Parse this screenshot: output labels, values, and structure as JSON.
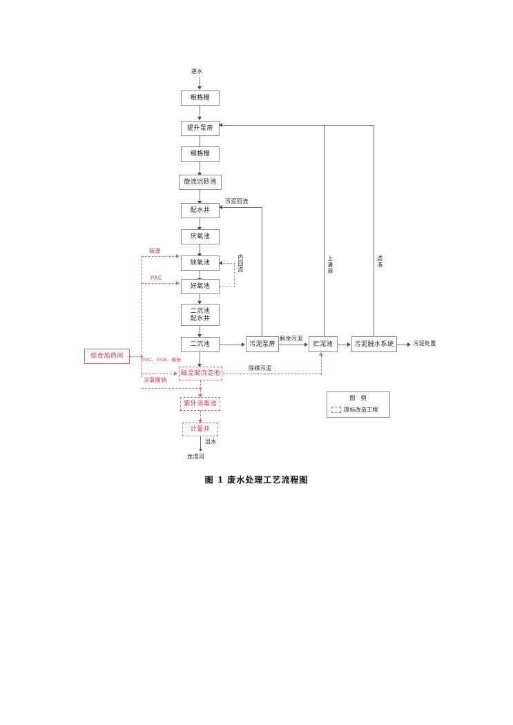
{
  "figure": {
    "caption": "图 1    废水处理工艺流程图"
  },
  "colors": {
    "line": "#6e6e6e",
    "retrofit_red": "#e8607a",
    "text": "#1a1a1a",
    "red_text": "#d4304f"
  },
  "inlet_label": "进水",
  "outlet_label": "出水",
  "receiving_water": "龙湾河",
  "main_train": [
    {
      "id": "coarse-screen",
      "label": "粗格栅",
      "retrofit": false
    },
    {
      "id": "lift-pump-house",
      "label": "提升泵房",
      "retrofit": false
    },
    {
      "id": "fine-screen",
      "label": "细格栅",
      "retrofit": false
    },
    {
      "id": "vortex-grit-tank",
      "label": "旋流沉砂池",
      "retrofit": false
    },
    {
      "id": "distribution-well",
      "label": "配水井",
      "retrofit": false
    },
    {
      "id": "anaerobic-tank",
      "label": "厌氧池",
      "retrofit": false
    },
    {
      "id": "anoxic-tank",
      "label": "缺氧池",
      "retrofit": false
    },
    {
      "id": "aerobic-tank",
      "label": "好氧池",
      "retrofit": false
    },
    {
      "id": "sec-clarifier-well",
      "label": "二沉池",
      "label2": "配水井",
      "retrofit": false
    },
    {
      "id": "sec-clarifier",
      "label": "二沉池",
      "retrofit": false
    },
    {
      "id": "mag-coag-tank",
      "label": "磁混凝沉淀池",
      "retrofit": true
    },
    {
      "id": "uv-disinfect-tank",
      "label": "紫外消毒池",
      "retrofit": true
    },
    {
      "id": "metering-well",
      "label": "计量井",
      "retrofit": true
    }
  ],
  "sludge_train": [
    {
      "id": "sludge-pump-house",
      "label": "污泥泵房",
      "retrofit": false
    },
    {
      "id": "sludge-storage-tank",
      "label": "贮泥池",
      "retrofit": false
    },
    {
      "id": "sludge-dewater-system",
      "label": "污泥脱水系统",
      "retrofit": false
    }
  ],
  "sludge_disposal_label": "污泥处置",
  "dosing_room": {
    "id": "dosing-room",
    "label": "综合加药间",
    "retrofit": true
  },
  "flow_labels": {
    "sludge_return": "污泥回流",
    "internal_return": "内回流",
    "excess_sludge": "剩余污泥",
    "supernatant": "上清液",
    "filtrate": "滤液",
    "dephos_sludge": "除磷污泥"
  },
  "chemical_labels": {
    "carbon_source": "碳源",
    "pac": "PAC",
    "pac_pam_magnetic": "PAC、PAM、磁粉",
    "sodium_hypochlorite": "次氯酸钠"
  },
  "legend": {
    "title": "图  例",
    "item": "提标改造工程"
  }
}
